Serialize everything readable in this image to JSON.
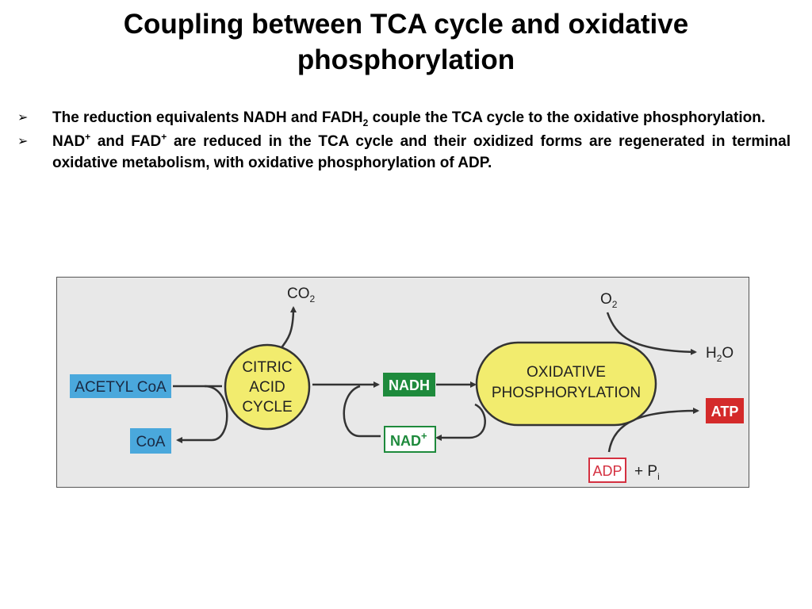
{
  "title": {
    "line1": "Coupling between TCA cycle and oxidative",
    "line2": "phosphorylation"
  },
  "bullets": [
    {
      "marker": "➢",
      "text_a": "The reduction equivalents NADH and FADH",
      "sub": "2",
      "text_b": " couple the TCA cycle to the oxidative phosphorylation."
    },
    {
      "marker": "➢",
      "text_a": "NAD",
      "sup1": "+",
      "text_b": " and FAD",
      "sup2": "+",
      "text_c": " are reduced in the TCA cycle and their oxidized forms are regenerated in terminal oxidative metabolism, with oxidative phosphorylation of ADP."
    }
  ],
  "diagram": {
    "co2": {
      "main": "CO",
      "sub": "2"
    },
    "o2": {
      "main": "O",
      "sub": "2"
    },
    "h2o": {
      "a": "H",
      "sub": "2",
      "b": "O"
    },
    "acetyl_coa": "ACETYL CoA",
    "coa": "CoA",
    "citric_cycle": [
      "CITRIC",
      "ACID",
      "CYCLE"
    ],
    "nadh": "NADH",
    "nad_plus": {
      "main": "NAD",
      "sup": "+"
    },
    "oxphos": [
      "OXIDATIVE",
      "PHOSPHORYLATION"
    ],
    "atp": "ATP",
    "adp": "ADP",
    "pi": {
      "main": "+ P",
      "sub": "i"
    },
    "colors": {
      "background": "#e8e8e8",
      "blue_box": "#4aa8dc",
      "yellow": "#f2ec6e",
      "nadh_green": "#1e8a3c",
      "nad_green_border": "#1e8a3c",
      "atp_red": "#d42a2a",
      "adp_red_border": "#d43040",
      "arrow": "#333333"
    }
  }
}
